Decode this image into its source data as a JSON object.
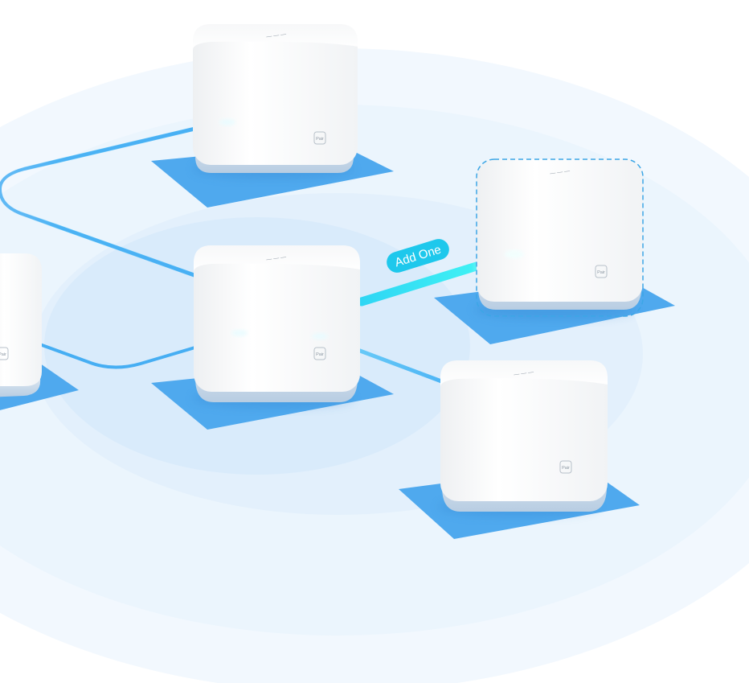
{
  "scene": {
    "title": "",
    "add_badge_label": "Add One",
    "pair_button_label": "Pair",
    "colors": {
      "ring": "#e7f3fd",
      "ring_mid": "#dcedfb",
      "ring_inner": "#cfe6fa",
      "pad": "#4fa9ee",
      "pad_dark": "#3b99e4",
      "link_blue": "#4bb3f5",
      "link_cyan": "#2ee6f0",
      "badge": "#1ec8ec",
      "cube_face": "#f6f7f8",
      "cube_base": "#c8d9ea",
      "dashed_outline": "#3ca6e6"
    }
  },
  "nodes": [
    {
      "name": "mesh-node-top",
      "has_pair_button": true
    },
    {
      "name": "mesh-node-center",
      "has_pair_button": true
    },
    {
      "name": "mesh-node-left",
      "has_pair_button": true
    },
    {
      "name": "mesh-node-bottom-right",
      "has_pair_button": true
    },
    {
      "name": "mesh-node-new",
      "has_pair_button": true,
      "dashed": true
    }
  ]
}
